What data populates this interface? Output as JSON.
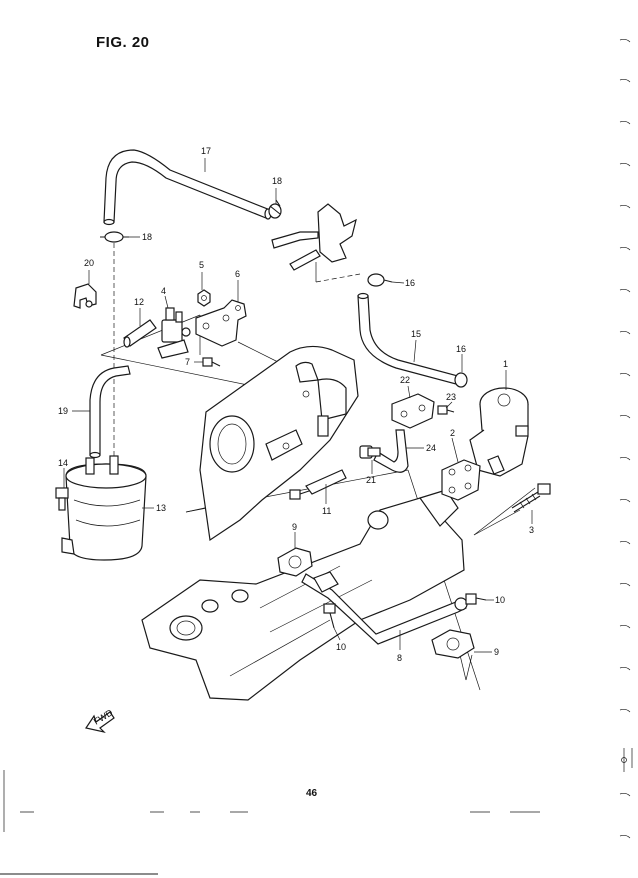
{
  "header": {
    "figure_label": "FIG. 20"
  },
  "footer": {
    "page_number": "46"
  },
  "arrow": {
    "label": "FWD"
  },
  "callouts": [
    {
      "id": "c17",
      "label": "17"
    },
    {
      "id": "c18a",
      "label": "18"
    },
    {
      "id": "c18b",
      "label": "18"
    },
    {
      "id": "c20",
      "label": "20"
    },
    {
      "id": "c5",
      "label": "5"
    },
    {
      "id": "c6",
      "label": "6"
    },
    {
      "id": "c4",
      "label": "4"
    },
    {
      "id": "c12",
      "label": "12"
    },
    {
      "id": "c7",
      "label": "7"
    },
    {
      "id": "c16a",
      "label": "16"
    },
    {
      "id": "c15",
      "label": "15"
    },
    {
      "id": "c16b",
      "label": "16"
    },
    {
      "id": "c1",
      "label": "1"
    },
    {
      "id": "c22",
      "label": "22"
    },
    {
      "id": "c23",
      "label": "23"
    },
    {
      "id": "c2",
      "label": "2"
    },
    {
      "id": "c24",
      "label": "24"
    },
    {
      "id": "c21",
      "label": "21"
    },
    {
      "id": "c19",
      "label": "19"
    },
    {
      "id": "c14",
      "label": "14"
    },
    {
      "id": "c13",
      "label": "13"
    },
    {
      "id": "c11",
      "label": "11"
    },
    {
      "id": "c3",
      "label": "3"
    },
    {
      "id": "c9a",
      "label": "9"
    },
    {
      "id": "c10a",
      "label": "10"
    },
    {
      "id": "c10b",
      "label": "10"
    },
    {
      "id": "c8",
      "label": "8"
    },
    {
      "id": "c9b",
      "label": "9"
    }
  ]
}
